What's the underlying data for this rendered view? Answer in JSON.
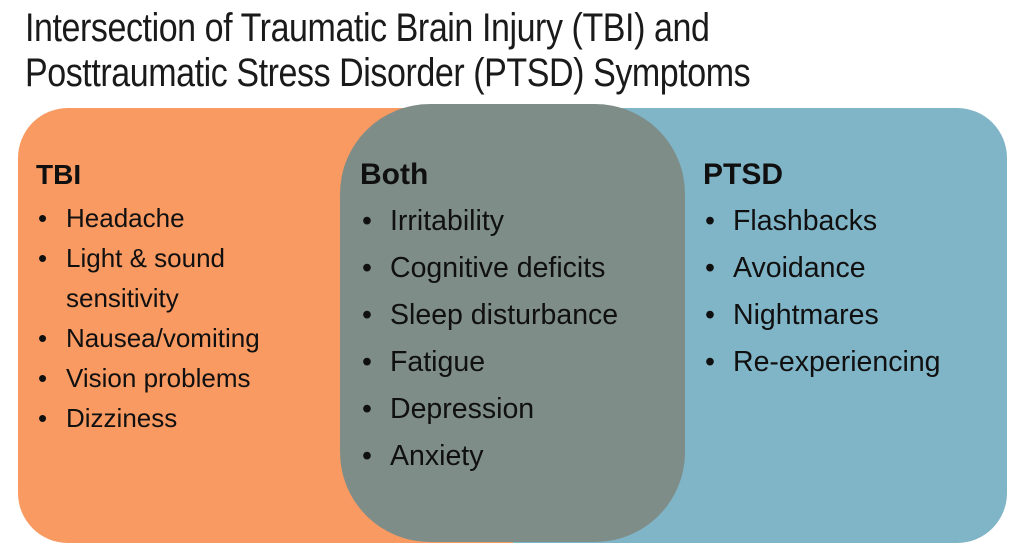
{
  "title": {
    "line1": "Intersection of Traumatic Brain Injury (TBI) and",
    "line2": "Posttraumatic Stress Disorder (PTSD) Symptoms"
  },
  "venn": {
    "tbi": {
      "label": "TBI",
      "color": "#F89A62",
      "items": [
        "Headache",
        "Light & sound sensitivity",
        "Nausea/vomiting",
        "Vision problems",
        "Dizziness"
      ]
    },
    "both": {
      "label": "Both",
      "color": "#7E8D88",
      "items": [
        "Irritability",
        "Cognitive deficits",
        "Sleep disturbance",
        "Fatigue",
        "Depression",
        "Anxiety"
      ]
    },
    "ptsd": {
      "label": "PTSD",
      "color": "#80B4C7",
      "items": [
        "Flashbacks",
        "Avoidance",
        "Nightmares",
        "Re-experiencing"
      ]
    }
  }
}
